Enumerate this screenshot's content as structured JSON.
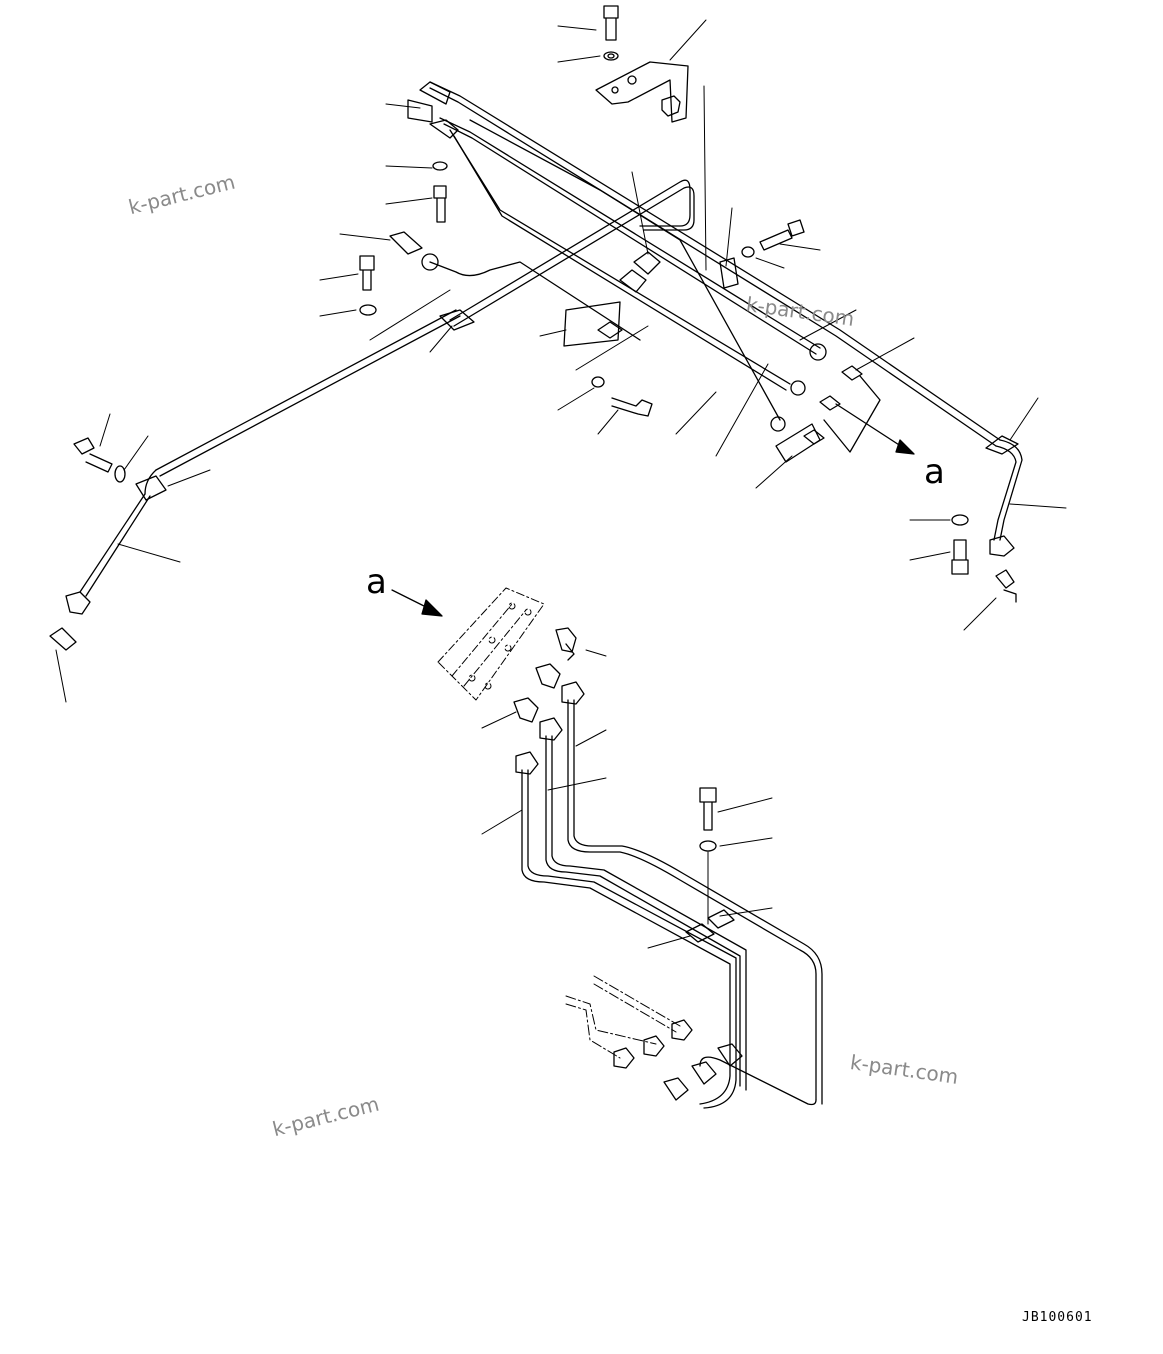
{
  "watermark": "k-part.com",
  "view_label": "a",
  "drawing_code": "JB100601",
  "colors": {
    "line": "#000000",
    "watermark": "#8a8a8a",
    "background": "#ffffff"
  }
}
